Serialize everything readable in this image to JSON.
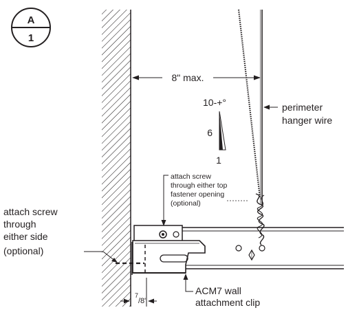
{
  "detail_marker": {
    "letter": "A",
    "number": "1"
  },
  "dimension_top": "8\" max.",
  "angle": {
    "label": "10-+°",
    "rise": "6",
    "run": "1"
  },
  "hanger_label": {
    "line1": "perimeter",
    "line2": "hanger wire"
  },
  "attach_top": {
    "line1": "attach screw",
    "line2": "through either top",
    "line3": "fastener opening",
    "line4": "(optional)"
  },
  "attach_side": {
    "line1": "attach screw",
    "line2": "through",
    "line3": "either side",
    "line4": "(optional)"
  },
  "clip_label": {
    "line1": "ACM7 wall",
    "line2": "attachment clip"
  },
  "dimension_bottom": {
    "num": "7",
    "den": "/8\""
  },
  "colors": {
    "ink": "#231f20",
    "background": "#ffffff"
  }
}
